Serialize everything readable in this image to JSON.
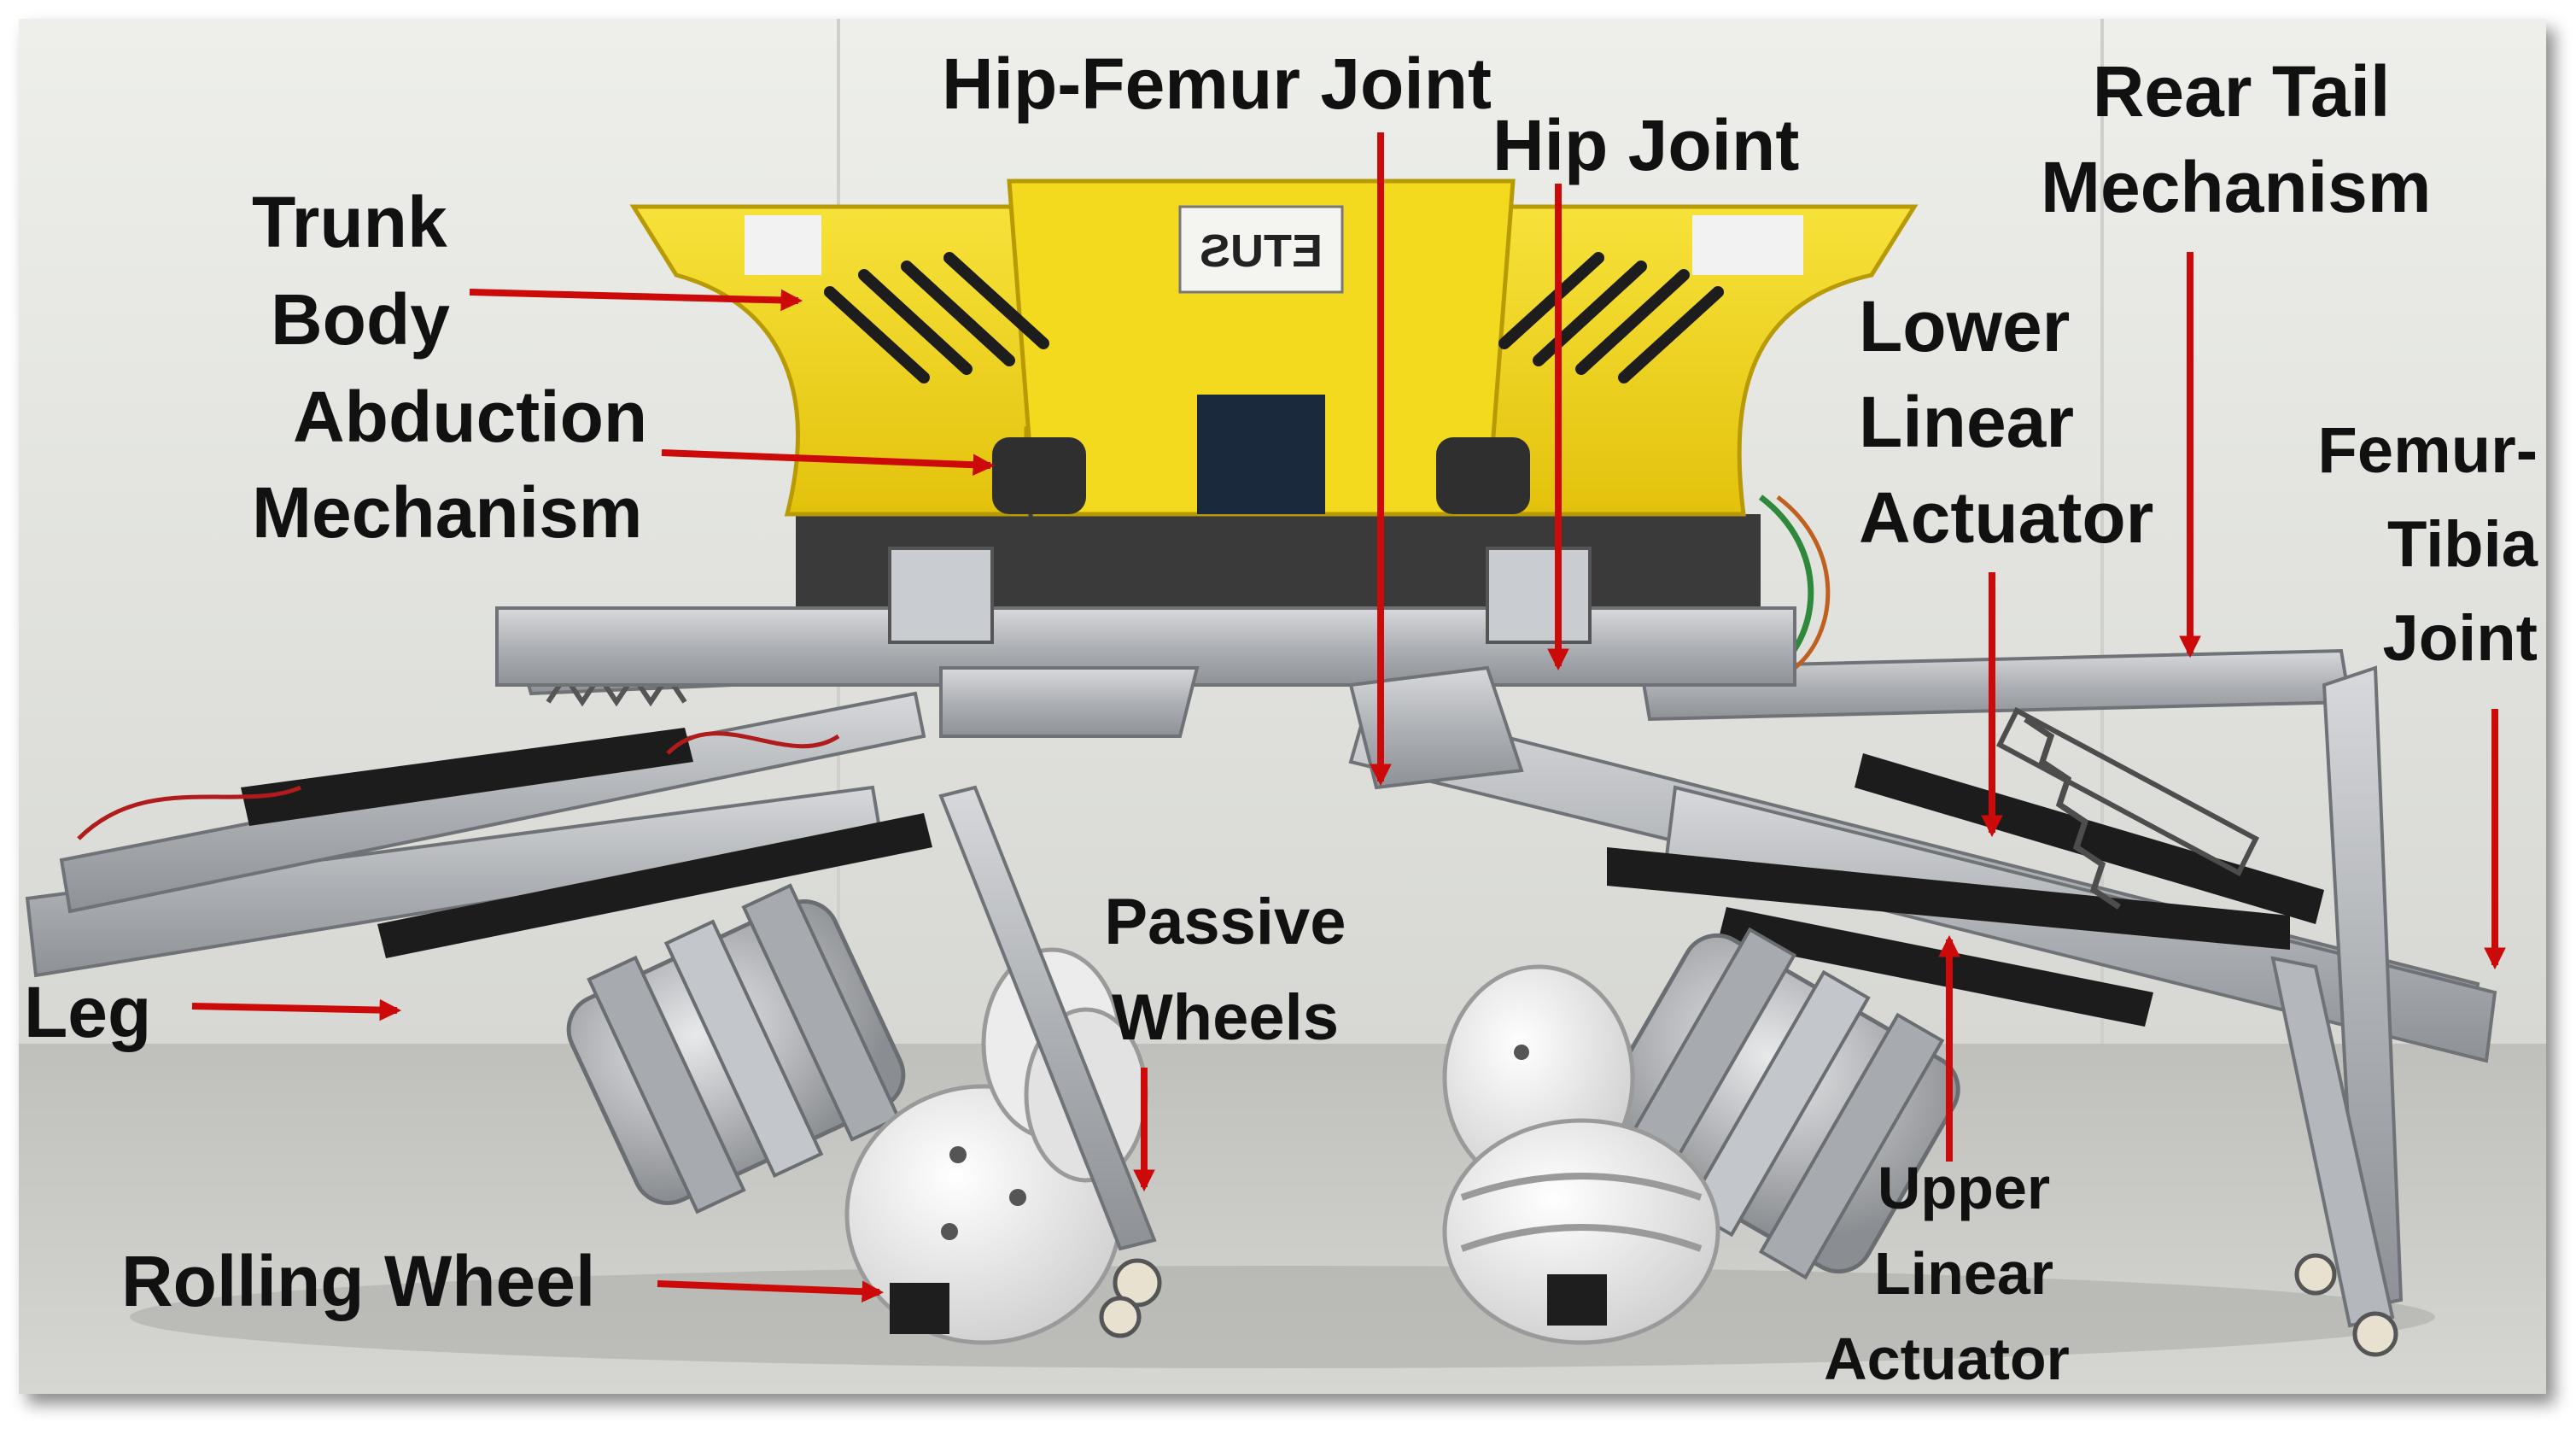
{
  "figure": {
    "labels": {
      "hip_femur_joint": "Hip-Femur Joint",
      "hip_joint": "Hip Joint",
      "rear_tail_line1": "Rear Tail",
      "rear_tail_line2": "Mechanism",
      "trunk_line1": "Trunk",
      "trunk_line2": "Body",
      "abduction_line1": "Abduction",
      "abduction_line2": "Mechanism",
      "lower_linear_line1": "Lower",
      "lower_linear_line2": "Linear",
      "lower_linear_line3": "Actuator",
      "femur_tibia_line1": "Femur-",
      "femur_tibia_line2": "Tibia",
      "femur_tibia_line3": "Joint",
      "leg": "Leg",
      "passive_wheels_line1": "Passive",
      "passive_wheels_line2": "Wheels",
      "rolling_wheel": "Rolling Wheel",
      "upper_linear_line1": "Upper",
      "upper_linear_line2": "Linear",
      "upper_linear_line3": "Actuator"
    },
    "colors": {
      "arrow": "#cc0a0a",
      "trunk_yellow": "#f2d516",
      "aluminum": "#b9bcc0",
      "actuator_black": "#1c1c1c",
      "wall": "#e4e5e1",
      "floor": "#c9cac6"
    }
  }
}
